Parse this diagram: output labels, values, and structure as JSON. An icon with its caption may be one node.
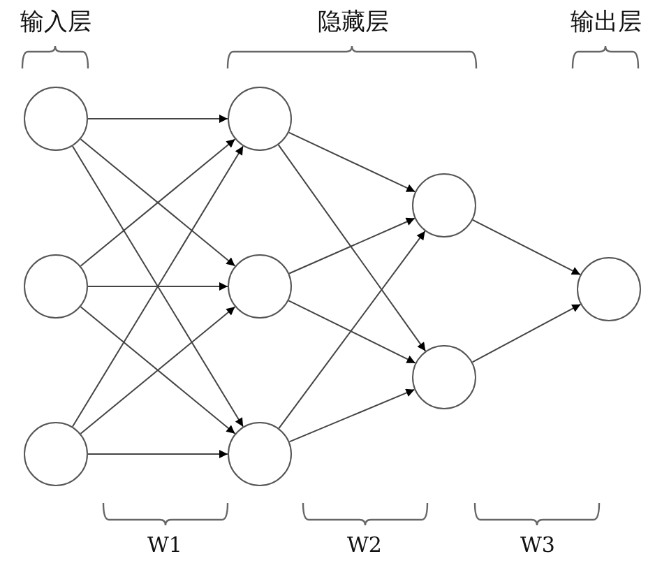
{
  "diagram": {
    "nodes": [
      {
        "text": [],
        "shape": "circle"
      },
      {
        "text": [],
        "shape": "circle"
      },
      {
        "text": [],
        "shape": "circle"
      },
      {
        "text": [],
        "shape": "circle"
      },
      {
        "text": [],
        "shape": "circle"
      },
      {
        "text": [],
        "shape": "circle"
      },
      {
        "text": [],
        "shape": "circle"
      },
      {
        "text": [],
        "shape": "circle"
      },
      {
        "text": [],
        "shape": "circle"
      }
    ],
    "edges": [
      {
        "from": 0,
        "to": 3,
        "arrow": "to"
      },
      {
        "from": 0,
        "to": 4,
        "arrow": "to"
      },
      {
        "from": 0,
        "to": 5,
        "arrow": "to"
      },
      {
        "from": 1,
        "to": 3,
        "arrow": "to"
      },
      {
        "from": 1,
        "to": 4,
        "arrow": "to"
      },
      {
        "from": 1,
        "to": 5,
        "arrow": "to"
      },
      {
        "from": 2,
        "to": 3,
        "arrow": "to"
      },
      {
        "from": 2,
        "to": 4,
        "arrow": "to"
      },
      {
        "from": 2,
        "to": 5,
        "arrow": "to"
      },
      {
        "from": 3,
        "to": 6,
        "arrow": "to"
      },
      {
        "from": 3,
        "to": 7,
        "arrow": "to"
      },
      {
        "from": 4,
        "to": 6,
        "arrow": "to"
      },
      {
        "from": 4,
        "to": 7,
        "arrow": "to"
      },
      {
        "from": 5,
        "to": 6,
        "arrow": "to"
      },
      {
        "from": 5,
        "to": 7,
        "arrow": "to"
      },
      {
        "from": 6,
        "to": 8,
        "arrow": "to"
      },
      {
        "from": 7,
        "to": 8,
        "arrow": "to"
      }
    ],
    "labels": [
      "输入层",
      "隐藏层",
      "输出层",
      "W1",
      "W2",
      "W3"
    ]
  }
}
